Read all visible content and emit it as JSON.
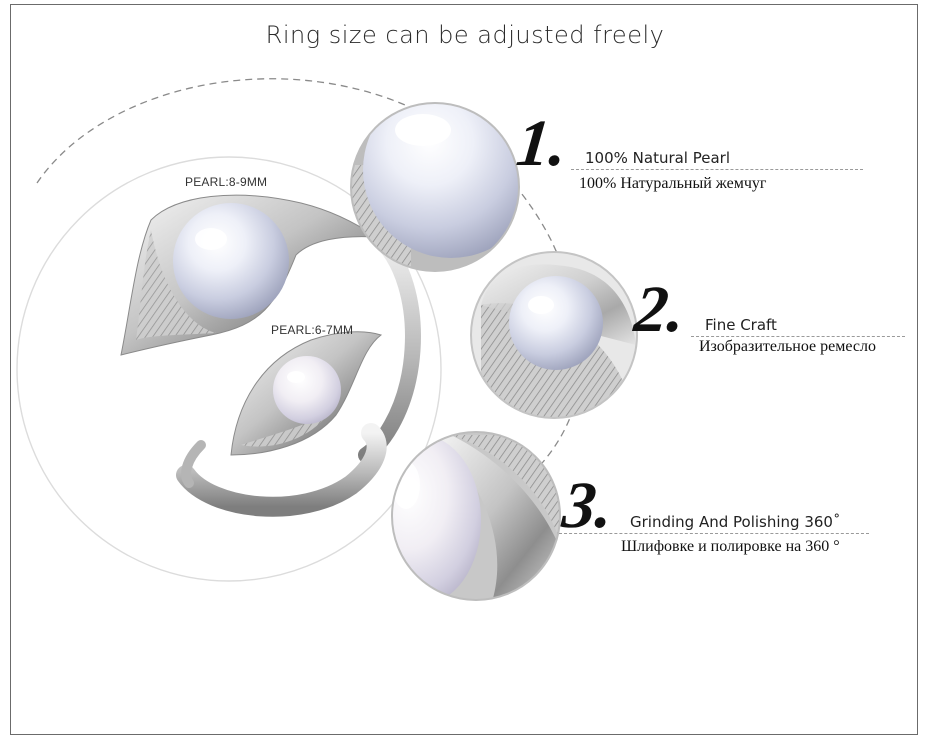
{
  "title": "Ring size can be adjusted freely",
  "labels": {
    "pearl_large": "PEARL:8-9MM",
    "pearl_small": "PEARL:6-7MM"
  },
  "features": [
    {
      "number": "1.",
      "en": "100% Natural Pearl",
      "ru": "100% Натуральный жемчуг"
    },
    {
      "number": "2.",
      "en": "Fine Craft",
      "ru": "Изобразительное ремесло"
    },
    {
      "number": "3.",
      "en": "Grinding And Polishing 360˚",
      "ru": "Шлифовке и полировке на 360 °"
    }
  ],
  "colors": {
    "border": "#6b6b6b",
    "text": "#222222",
    "pearl": "#e9ecf6",
    "silver": "#c9c9c9",
    "dash": "#9a9a9a"
  },
  "icons": [
    "pearl-ring-image",
    "pearl-closeup-image",
    "leaf-craft-closeup-image",
    "polish-closeup-image"
  ]
}
